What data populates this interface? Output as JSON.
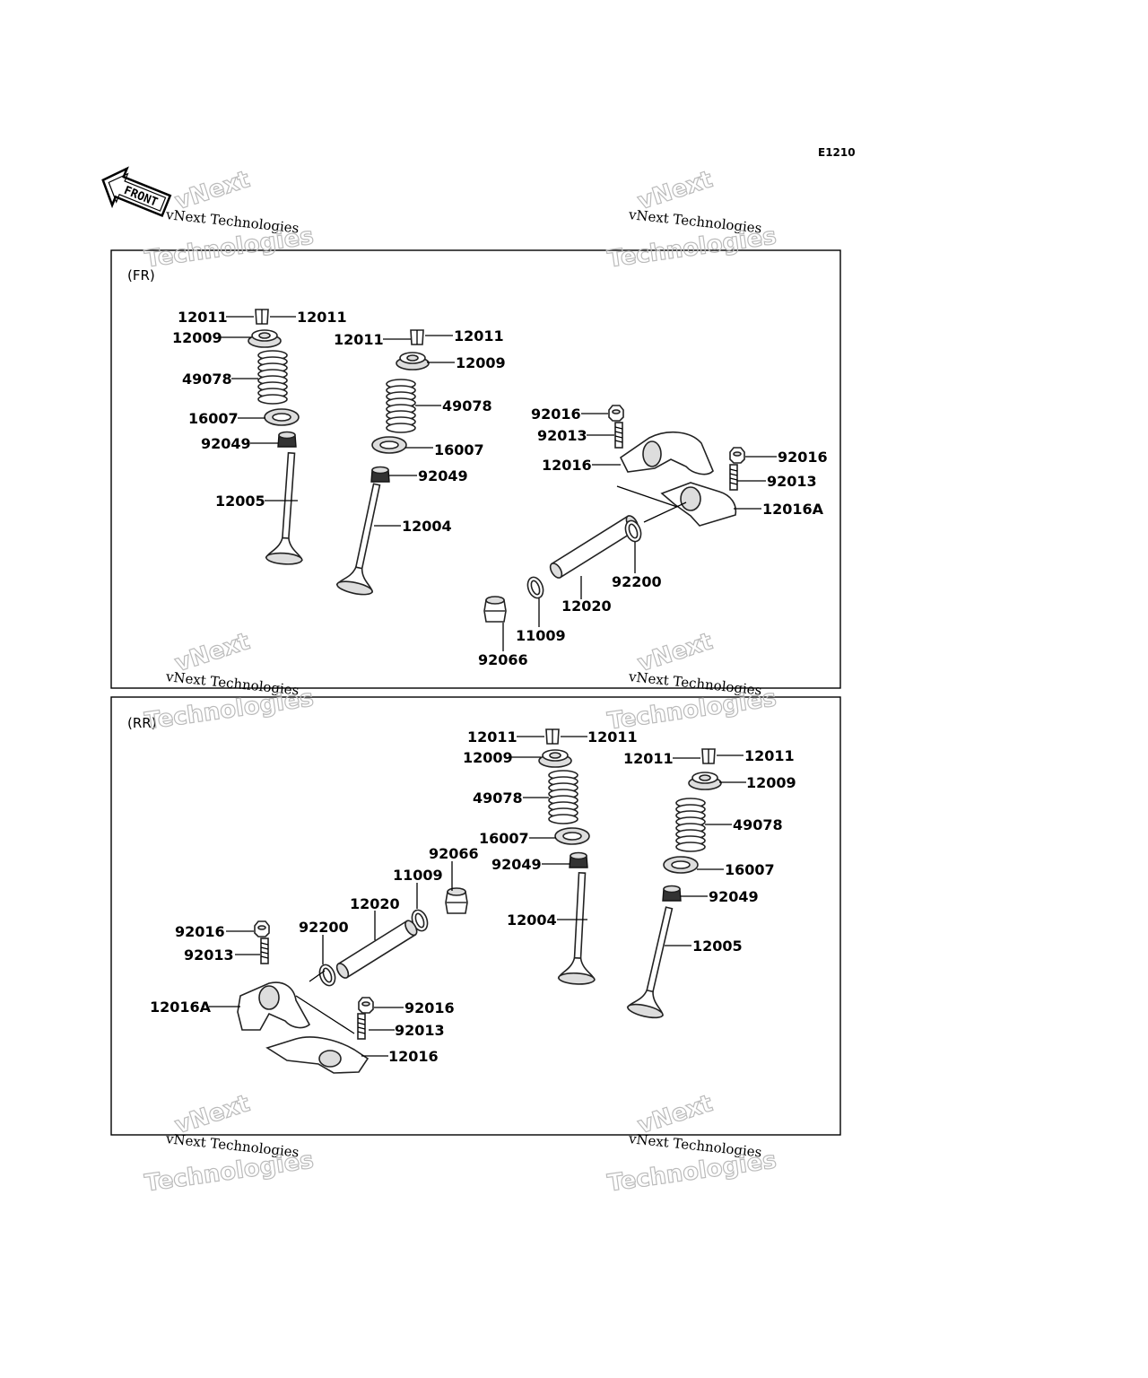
{
  "diagram_code": "E1210",
  "front_label": "FRONT",
  "watermark": {
    "line1": "vNext Technologies",
    "outline1": "vNext",
    "outline2": "Technologies"
  },
  "panels": [
    {
      "id": "fr",
      "title": "(FR)",
      "callouts": [
        "12011",
        "12011",
        "12009",
        "49078",
        "16007",
        "92049",
        "12005",
        "12011",
        "12011",
        "12009",
        "49078",
        "16007",
        "92049",
        "12004",
        "92016",
        "92013",
        "12016",
        "92016",
        "92013",
        "12016A",
        "92200",
        "12020",
        "11009",
        "92066"
      ]
    },
    {
      "id": "rr",
      "title": "(RR)",
      "callouts": [
        "12011",
        "12011",
        "12009",
        "49078",
        "16007",
        "92049",
        "12004",
        "12011",
        "12011",
        "12009",
        "49078",
        "16007",
        "92049",
        "12005",
        "92066",
        "11009",
        "12020",
        "92200",
        "92016",
        "92013",
        "12016A",
        "92016",
        "92013",
        "12016"
      ]
    }
  ]
}
